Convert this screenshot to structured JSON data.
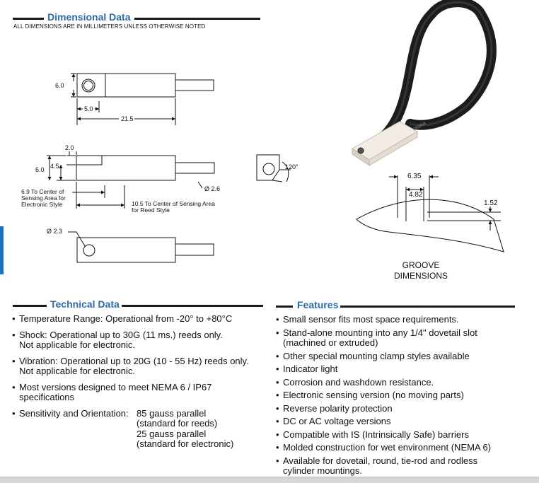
{
  "dimensional": {
    "title": "Dimensional Data",
    "note": "ALL DIMENSIONS ARE IN MILLIMETERS UNLESS OTHERWISE NOTED"
  },
  "drawing": {
    "top_height": "6.0",
    "top_hole_offset": "5.0",
    "top_length": "21.5",
    "side_step": "2.0",
    "side_inner": "4.5",
    "side_height": "6.0",
    "side_cable_dia": "Ø 2.6",
    "side_electronic_label": "6.9 To Center of Sensing Area for Electronic Style",
    "side_reed_label": "10.5 To Center of Sensing Area for Reed Style",
    "bottom_hole_dia": "Ø 2.3",
    "end_angle": "120°",
    "groove_w1": "6.35",
    "groove_w2": "4.82",
    "groove_depth": "1.52",
    "groove_label_1": "GROOVE",
    "groove_label_2": "DIMENSIONS",
    "cable_print": "083858"
  },
  "technical": {
    "title": "Technical Data",
    "items": [
      {
        "line1": "Temperature Range: Operational from -20° to +80°C"
      },
      {
        "line1": "Shock: Operational up to 30G (11 ms.) reeds only.",
        "line2": "Not applicable for electronic."
      },
      {
        "line1": "Vibration: Operational up to 20G (10 - 55 Hz) reeds only.",
        "line2": "Not applicable for electronic."
      },
      {
        "line1": "Most versions designed to meet NEMA 6 / IP67",
        "line2": "specifications"
      }
    ],
    "sensitivity_label": "Sensitivity and Orientation:",
    "sensitivity_lines": [
      "85 gauss parallel",
      "(standard for reeds)",
      "25 gauss parallel",
      "(standard for electronic)"
    ]
  },
  "features": {
    "title": "Features",
    "items": [
      "Small sensor fits most space requirements.",
      "Stand-alone mounting into any 1/4\" dovetail slot (machined or extruded)",
      "Other special mounting clamp styles available",
      "Indicator light",
      "Corrosion and washdown resistance.",
      "Electronic sensing version (no moving parts)",
      "Reverse polarity protection",
      "DC or AC voltage versions",
      "Compatible with IS (Intrinsically Safe) barriers",
      "Molded construction for wet environment (NEMA 6)",
      "Available for dovetail, round, tie-rod and rodless cylinder mountings."
    ]
  }
}
